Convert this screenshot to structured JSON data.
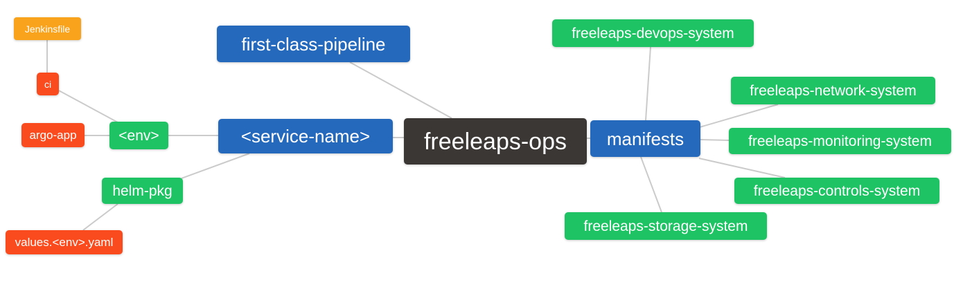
{
  "diagram": {
    "type": "mindmap",
    "root": "freeleaps-ops",
    "nodes": {
      "jenkinsfile": {
        "label": "Jenkinsfile",
        "color": "amber"
      },
      "ci": {
        "label": "ci",
        "color": "red"
      },
      "argo_app": {
        "label": "argo-app",
        "color": "red"
      },
      "env": {
        "label": "<env>",
        "color": "green"
      },
      "first_class_pipeline": {
        "label": "first-class-pipeline",
        "color": "blue"
      },
      "service_name": {
        "label": "<service-name>",
        "color": "blue"
      },
      "freeleaps_ops": {
        "label": "freeleaps-ops",
        "color": "dark"
      },
      "manifests": {
        "label": "manifests",
        "color": "blue"
      },
      "helm_pkg": {
        "label": "helm-pkg",
        "color": "green"
      },
      "values_env_yaml": {
        "label": "values.<env>.yaml",
        "color": "red"
      },
      "devops_system": {
        "label": "freeleaps-devops-system",
        "color": "green"
      },
      "network_system": {
        "label": "freeleaps-network-system",
        "color": "green"
      },
      "monitoring_system": {
        "label": "freeleaps-monitoring-system",
        "color": "green"
      },
      "controls_system": {
        "label": "freeleaps-controls-system",
        "color": "green"
      },
      "storage_system": {
        "label": "freeleaps-storage-system",
        "color": "green"
      }
    },
    "edges": [
      {
        "from": "jenkinsfile",
        "to": "ci"
      },
      {
        "from": "ci",
        "to": "env"
      },
      {
        "from": "argo_app",
        "to": "env"
      },
      {
        "from": "env",
        "to": "service_name"
      },
      {
        "from": "service_name",
        "to": "helm_pkg"
      },
      {
        "from": "helm_pkg",
        "to": "values_env_yaml"
      },
      {
        "from": "first_class_pipeline",
        "to": "freeleaps_ops"
      },
      {
        "from": "service_name",
        "to": "freeleaps_ops"
      },
      {
        "from": "freeleaps_ops",
        "to": "manifests"
      },
      {
        "from": "manifests",
        "to": "devops_system"
      },
      {
        "from": "manifests",
        "to": "network_system"
      },
      {
        "from": "manifests",
        "to": "monitoring_system"
      },
      {
        "from": "manifests",
        "to": "controls_system"
      },
      {
        "from": "manifests",
        "to": "storage_system"
      }
    ]
  },
  "colors": {
    "blue": "#2569bd",
    "green": "#1ec364",
    "red": "#fa4b1e",
    "amber": "#f9a21c",
    "dark": "#3a3735",
    "line": "#cbcbcb",
    "text": "#ffffff",
    "background": "#ffffff"
  }
}
